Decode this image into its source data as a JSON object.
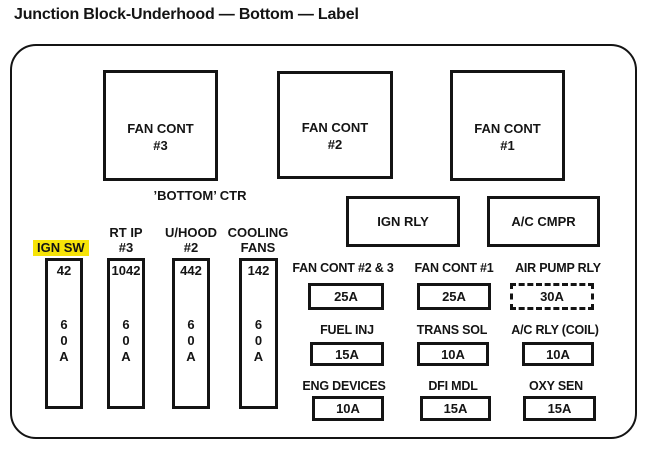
{
  "title": "Junction Block-Underhood — Bottom — Label",
  "colors": {
    "highlight": "#F7E408",
    "line": "#141414",
    "background": "#FFFFFF"
  },
  "bottom_ctr_label": "’BOTTOM’ CTR",
  "relays_top": [
    {
      "label": "FAN CONT\n#3"
    },
    {
      "label": "FAN CONT\n#2"
    },
    {
      "label": "FAN CONT\n#1"
    }
  ],
  "relays_mid": [
    {
      "label": "IGN RLY"
    },
    {
      "label": "A/C CMPR"
    }
  ],
  "maxi_fuses": [
    {
      "label": "IGN SW",
      "highlighted": true,
      "circuit": "42",
      "amps": "6\n0\nA"
    },
    {
      "label": "RT IP\n#3",
      "highlighted": false,
      "circuit": "1042",
      "amps": "6\n0\nA"
    },
    {
      "label": "U/HOOD\n#2",
      "highlighted": false,
      "circuit": "442",
      "amps": "6\n0\nA"
    },
    {
      "label": "COOLING\nFANS",
      "highlighted": false,
      "circuit": "142",
      "amps": "6\n0\nA"
    }
  ],
  "mini_fuses": [
    {
      "label": "FAN CONT #2 & 3",
      "amp": "25A",
      "dashed": false
    },
    {
      "label": "FAN CONT #1",
      "amp": "25A",
      "dashed": false
    },
    {
      "label": "AIR PUMP RLY",
      "amp": "30A",
      "dashed": true
    },
    {
      "label": "FUEL INJ",
      "amp": "15A",
      "dashed": false
    },
    {
      "label": "TRANS SOL",
      "amp": "10A",
      "dashed": false
    },
    {
      "label": "A/C RLY (COIL)",
      "amp": "10A",
      "dashed": false
    },
    {
      "label": "ENG DEVICES",
      "amp": "10A",
      "dashed": false
    },
    {
      "label": "DFI MDL",
      "amp": "15A",
      "dashed": false
    },
    {
      "label": "OXY SEN",
      "amp": "15A",
      "dashed": false
    }
  ]
}
